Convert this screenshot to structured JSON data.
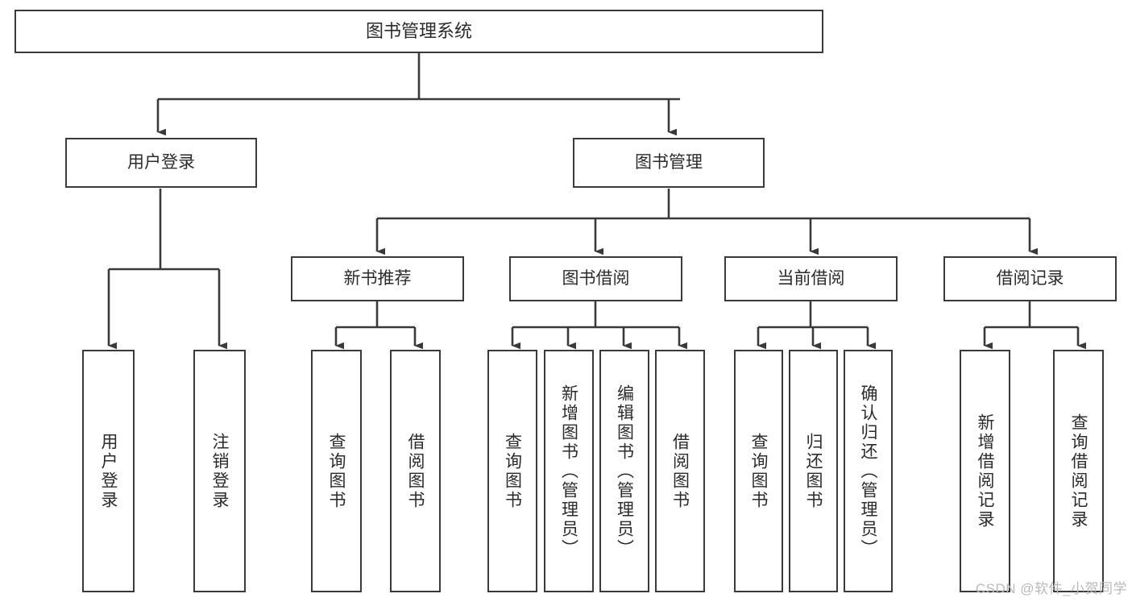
{
  "diagram": {
    "title": "图书管理系统",
    "type": "tree-hierarchy-chart",
    "watermark": "CSDN @软件_小贺同学",
    "colors": {
      "stroke": "#3a3a3a",
      "text": "#2b2b2b",
      "background": "#ffffff",
      "watermark": "#b9b9b9"
    },
    "nodes": {
      "root": {
        "label": "图书管理系统"
      },
      "level1": [
        {
          "label": "用户登录"
        },
        {
          "label": "图书管理"
        }
      ],
      "level2": [
        {
          "label": "新书推荐"
        },
        {
          "label": "图书借阅"
        },
        {
          "label": "当前借阅"
        },
        {
          "label": "借阅记录"
        }
      ],
      "leaves_user_login": [
        {
          "label": "用户登录"
        },
        {
          "label": "注销登录"
        }
      ],
      "leaves_new_book": [
        {
          "label": "查询图书"
        },
        {
          "label": "借阅图书"
        }
      ],
      "leaves_borrow": [
        {
          "label": "查询图书"
        },
        {
          "label": "新增图书（管理员）"
        },
        {
          "label": "编辑图书（管理员）"
        },
        {
          "label": "借阅图书"
        }
      ],
      "leaves_current": [
        {
          "label": "查询图书"
        },
        {
          "label": "归还图书"
        },
        {
          "label": "确认归还（管理员）"
        }
      ],
      "leaves_records": [
        {
          "label": "新增借阅记录"
        },
        {
          "label": "查询借阅记录"
        }
      ]
    }
  }
}
